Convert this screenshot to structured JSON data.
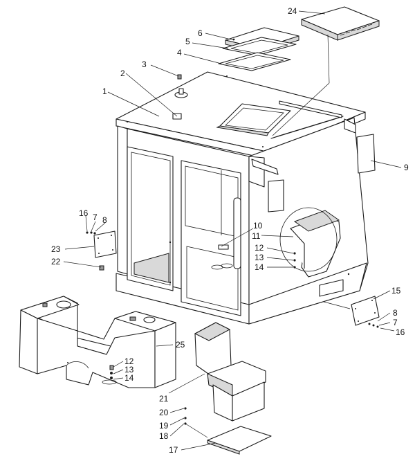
{
  "diagram": {
    "callouts": [
      {
        "id": "c1",
        "text": "1"
      },
      {
        "id": "c2",
        "text": "2"
      },
      {
        "id": "c3",
        "text": "3"
      },
      {
        "id": "c4",
        "text": "4"
      },
      {
        "id": "c5",
        "text": "5"
      },
      {
        "id": "c6",
        "text": "6"
      },
      {
        "id": "c24",
        "text": "24"
      },
      {
        "id": "c9",
        "text": "9"
      },
      {
        "id": "c16a",
        "text": "16"
      },
      {
        "id": "c7a",
        "text": "7"
      },
      {
        "id": "c8a",
        "text": "8"
      },
      {
        "id": "c23",
        "text": "23"
      },
      {
        "id": "c22",
        "text": "22"
      },
      {
        "id": "c10",
        "text": "10"
      },
      {
        "id": "c11",
        "text": "11"
      },
      {
        "id": "c12a",
        "text": "12"
      },
      {
        "id": "c13a",
        "text": "13"
      },
      {
        "id": "c14a",
        "text": "14"
      },
      {
        "id": "c15",
        "text": "15"
      },
      {
        "id": "c8b",
        "text": "8"
      },
      {
        "id": "c7b",
        "text": "7"
      },
      {
        "id": "c16b",
        "text": "16"
      },
      {
        "id": "c25",
        "text": "25"
      },
      {
        "id": "c12b",
        "text": "12"
      },
      {
        "id": "c13b",
        "text": "13"
      },
      {
        "id": "c14b",
        "text": "14"
      },
      {
        "id": "c21",
        "text": "21"
      },
      {
        "id": "c20",
        "text": "20"
      },
      {
        "id": "c19",
        "text": "19"
      },
      {
        "id": "c18",
        "text": "18"
      },
      {
        "id": "c17",
        "text": "17"
      }
    ]
  }
}
